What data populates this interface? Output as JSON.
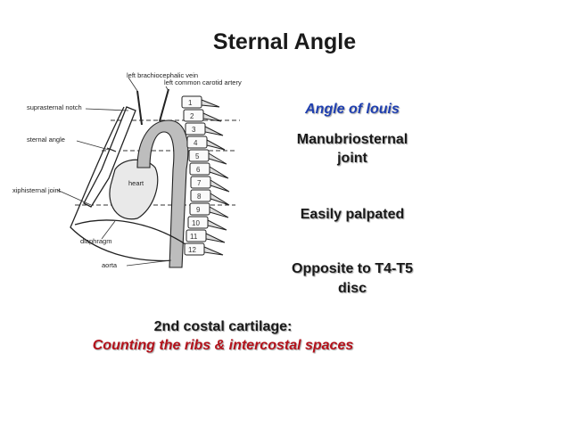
{
  "slide": {
    "title": "Sternal Angle",
    "right_notes": {
      "angle_of_louis": "Angle of louis",
      "manubriosternal_line1": "Manubriosternal",
      "manubriosternal_line2": "joint",
      "easily_palpated": "Easily palpated",
      "opposite_line1": "Opposite to T4-T5",
      "opposite_line2": "disc"
    },
    "bottom_notes": {
      "costal_cartilage": "2nd costal cartilage:",
      "counting": "Counting the ribs & intercostal spaces"
    },
    "figure_labels": {
      "brachiocephalic": "left brachiocephalic vein",
      "carotid": "left common carotid artery",
      "suprasternal": "suprasternal notch",
      "sternal_angle": "sternal angle",
      "heart": "heart",
      "xiphisternal": "xiphisternal joint",
      "diaphragm": "diaphragm",
      "aorta": "aorta"
    },
    "vertebra_numbers": [
      "1",
      "2",
      "3",
      "4",
      "5",
      "6",
      "7",
      "8",
      "9",
      "10",
      "11",
      "12"
    ],
    "colors": {
      "blue_text": "#1f3fb0",
      "red_text": "#b3121b"
    }
  }
}
